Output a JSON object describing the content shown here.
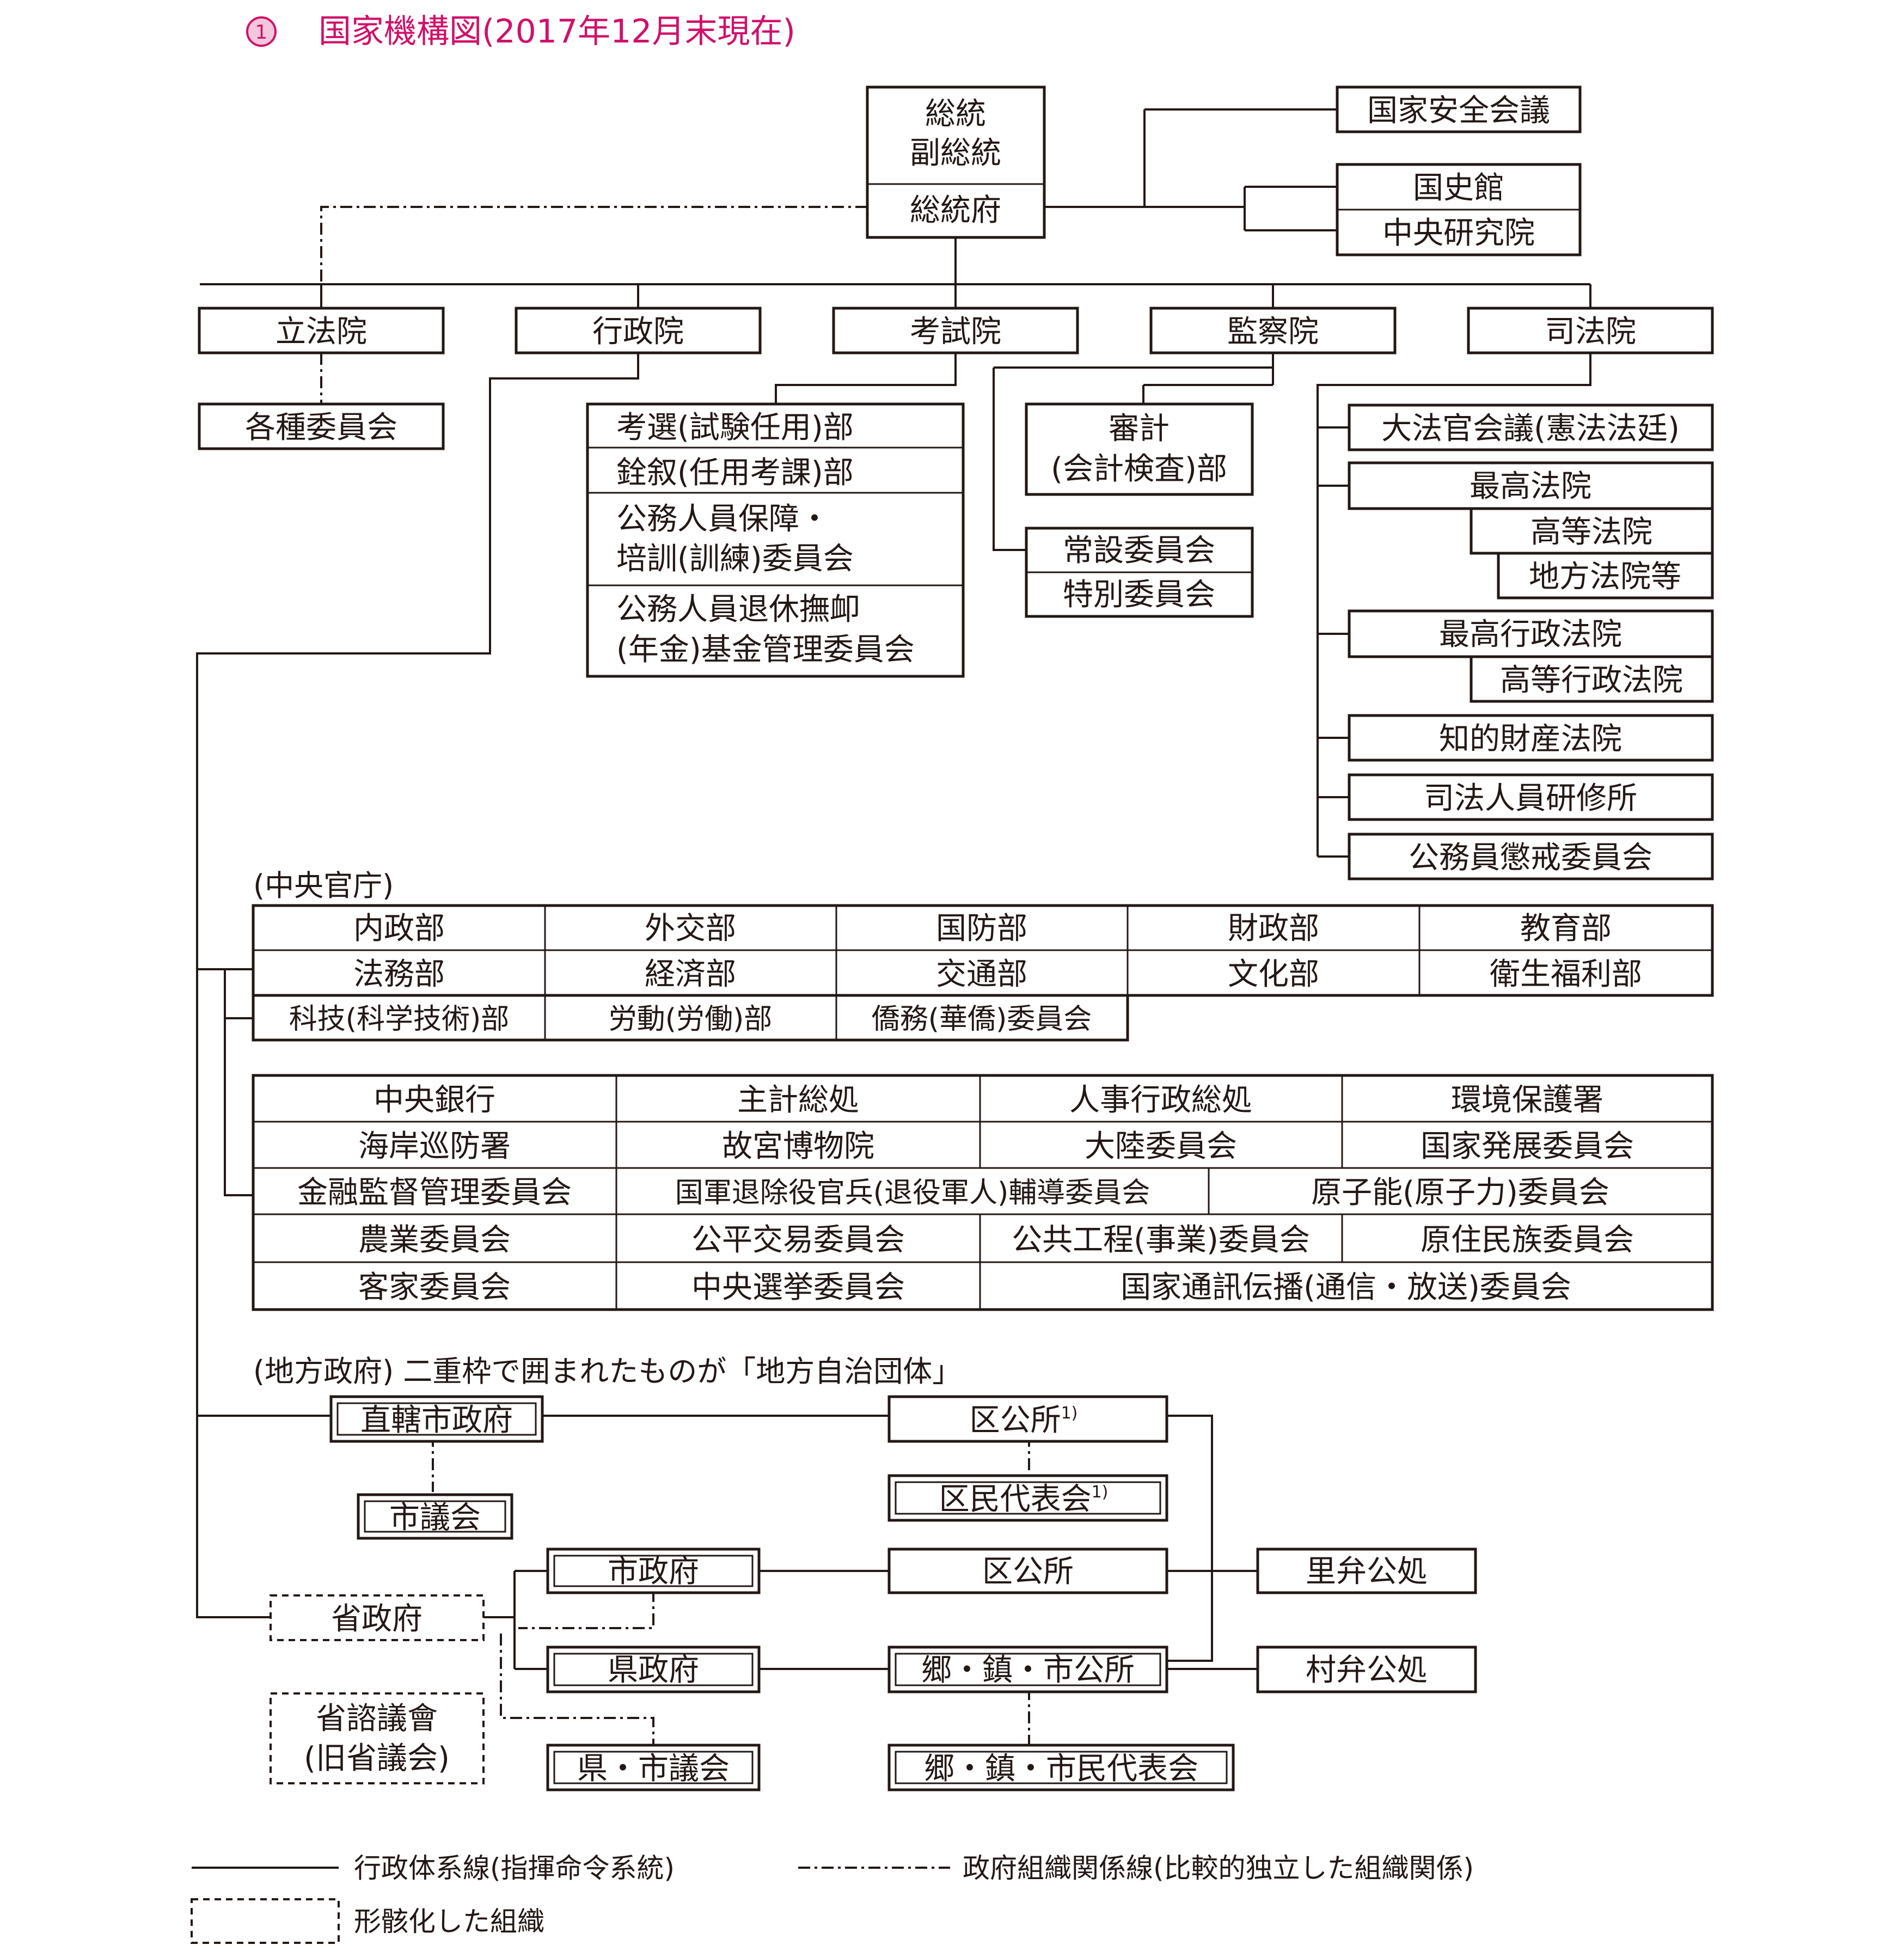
{
  "title": {
    "number": "1",
    "text": "国家機構図",
    "subtitle": "(2017年12月末現在)"
  },
  "top": {
    "president": [
      "総統",
      "副総統"
    ],
    "office": "総統府",
    "right": [
      "国家安全会議",
      "国史館",
      "中央研究院"
    ]
  },
  "branches": [
    "立法院",
    "行政院",
    "考試院",
    "監察院",
    "司法院"
  ],
  "legislative": {
    "child": "各種委員会"
  },
  "examination": {
    "items": [
      [
        "考選(試験任用)部"
      ],
      [
        "銓叙(任用考課)部"
      ],
      [
        "公務人員保障・",
        "培訓(訓練)委員会"
      ],
      [
        "公務人員退休撫卹",
        "(年金)基金管理委員会"
      ]
    ]
  },
  "control": {
    "audit": [
      "審計",
      "(会計検査)部"
    ],
    "committees": [
      "常設委員会",
      "特別委員会"
    ]
  },
  "judicial": {
    "items": [
      "大法官会議(憲法法廷)",
      "最高法院",
      "高等法院",
      "地方法院等",
      "最高行政法院",
      "高等行政法院",
      "知的財産法院",
      "司法人員研修所",
      "公務員懲戒委員会"
    ]
  },
  "central": {
    "label": "(中央官庁)",
    "ministries": [
      [
        "内政部",
        "外交部",
        "国防部",
        "財政部",
        "教育部"
      ],
      [
        "法務部",
        "経済部",
        "交通部",
        "文化部",
        "衛生福利部"
      ],
      [
        "科技(科学技術)部",
        "労動(労働)部",
        "僑務(華僑)委員会"
      ]
    ],
    "agencies": [
      [
        "中央銀行",
        "主計総処",
        "人事行政総処",
        "環境保護署"
      ],
      [
        "海岸巡防署",
        "故宮博物院",
        "大陸委員会",
        "国家発展委員会"
      ],
      [
        "金融監督管理委員会",
        "国軍退除役官兵(退役軍人)輔導委員会",
        "原子能(原子力)委員会"
      ],
      [
        "農業委員会",
        "公平交易委員会",
        "公共工程(事業)委員会",
        "原住民族委員会"
      ],
      [
        "客家委員会",
        "中央選挙委員会",
        "国家通訊伝播(通信・放送)委員会"
      ]
    ]
  },
  "local": {
    "label": "(地方政府) 二重枠で囲まれたものが「地方自治団体」",
    "direct_city": "直轄市政府",
    "city_council": "市議会",
    "district_office": "区公所",
    "district_rep": "区民代表会",
    "note_mark": "1)",
    "province": "省政府",
    "provincial_council": [
      "省諮議會",
      "(旧省議会)"
    ],
    "city_gov": "市政府",
    "county_gov": "県政府",
    "county_city_council": "県・市議会",
    "city_district_office": "区公所",
    "township_office": "郷・鎮・市公所",
    "township_rep": "郷・鎮・市民代表会",
    "li_office": "里弁公処",
    "village_office": "村弁公処"
  },
  "legend": {
    "solid": "行政体系線(指揮命令系統)",
    "dashdot": "政府組織関係線(比較的独立した組織関係)",
    "dashed": "形骸化した組織"
  }
}
